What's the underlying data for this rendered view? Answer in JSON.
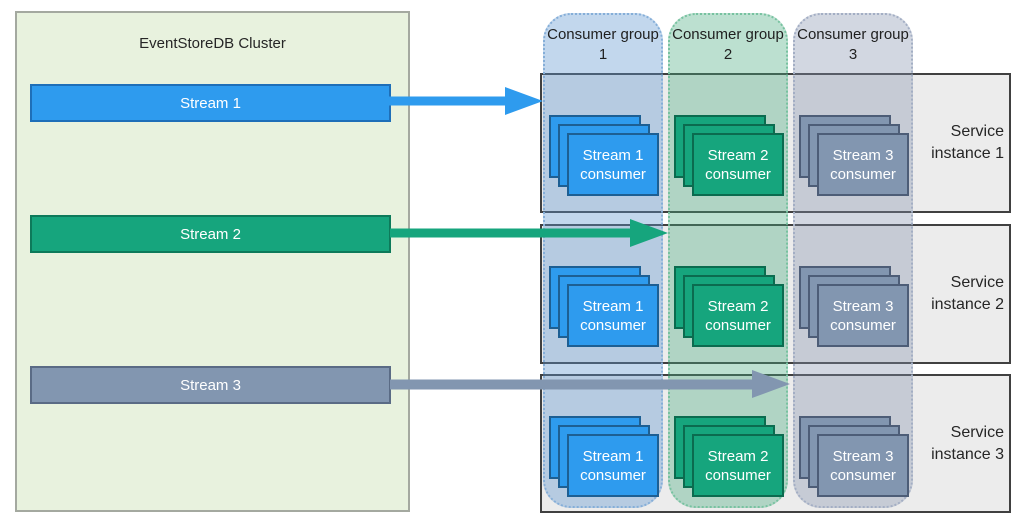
{
  "diagram": {
    "cluster": {
      "title": "EventStoreDB Cluster",
      "streams": [
        {
          "label": "Stream 1",
          "color": "#2e9bee"
        },
        {
          "label": "Stream 2",
          "color": "#16a57d"
        },
        {
          "label": "Stream 3",
          "color": "#8296b0"
        }
      ]
    },
    "consumer_groups": [
      {
        "label": "Consumer group 1",
        "tint": "#c2d8ee"
      },
      {
        "label": "Consumer group 2",
        "tint": "#bee2d2"
      },
      {
        "label": "Consumer group 3",
        "tint": "#d3d8e2"
      }
    ],
    "service_instances": [
      {
        "label": "Service instance 1"
      },
      {
        "label": "Service instance 2"
      },
      {
        "label": "Service instance 3"
      }
    ],
    "consumers": [
      {
        "label": "Stream 1 consumer",
        "color": "#2e9bee"
      },
      {
        "label": "Stream 2 consumer",
        "color": "#16a57d"
      },
      {
        "label": "Stream 3 consumer",
        "color": "#8296b0"
      }
    ]
  }
}
